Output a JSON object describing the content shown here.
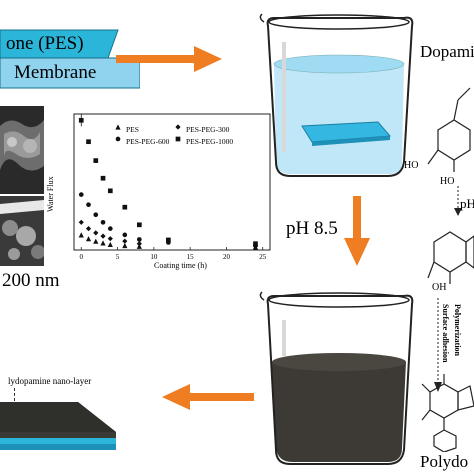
{
  "membrane_box": {
    "top_label": "one (PES)",
    "bottom_label": "Membrane",
    "top_color": "#2bb6d9",
    "bottom_color": "#8fd3ee"
  },
  "sem": {
    "scale_label": "200 nm"
  },
  "chart_data": {
    "type": "scatter",
    "ylabel": "Water Flux",
    "xlabel": "Coating time (h)",
    "xlim": [
      -1,
      26
    ],
    "x_ticks": [
      "0",
      "5",
      "10",
      "15",
      "20",
      "25"
    ],
    "legend_position": "top-right",
    "series": [
      {
        "name": "PES",
        "marker": "triangle",
        "x": [
          0,
          1,
          2,
          3,
          4,
          6,
          8,
          24
        ],
        "y": [
          60,
          45,
          35,
          28,
          22,
          18,
          15,
          12
        ]
      },
      {
        "name": "PES-PEG-300",
        "marker": "diamond",
        "x": [
          0,
          1,
          2,
          3,
          4,
          6,
          8,
          24
        ],
        "y": [
          110,
          85,
          68,
          55,
          45,
          35,
          25,
          15
        ]
      },
      {
        "name": "PES-PEG-600",
        "marker": "circle",
        "x": [
          0,
          1,
          2,
          3,
          4,
          6,
          8,
          12,
          24
        ],
        "y": [
          220,
          180,
          140,
          110,
          85,
          60,
          42,
          30,
          18
        ]
      },
      {
        "name": "PES-PEG-1000",
        "marker": "square",
        "x": [
          0,
          1,
          2,
          3,
          4,
          6,
          8,
          12,
          24
        ],
        "y": [
          515,
          430,
          355,
          285,
          235,
          170,
          100,
          40,
          25
        ]
      }
    ]
  },
  "arrows": {
    "step_label": "pH 8.5",
    "color": "#ef7d22"
  },
  "chemistry": {
    "top_label": "Dopamin",
    "mid_label": "pH",
    "polymerization_label": "Polymerization",
    "surface_label": "Surface adhesion",
    "ho_label_1": "HO",
    "ho_label_2": "HO",
    "oh_label": "OH",
    "bottom_label": "Polydo"
  },
  "result": {
    "layer_label": "lydopamine nano-layer",
    "coating_color": "#3a3a36",
    "membrane_color": "#2bb6d9"
  },
  "beakers": {
    "solution_color": "#bfe7f7",
    "dark_solution_color": "#3d3a35"
  }
}
